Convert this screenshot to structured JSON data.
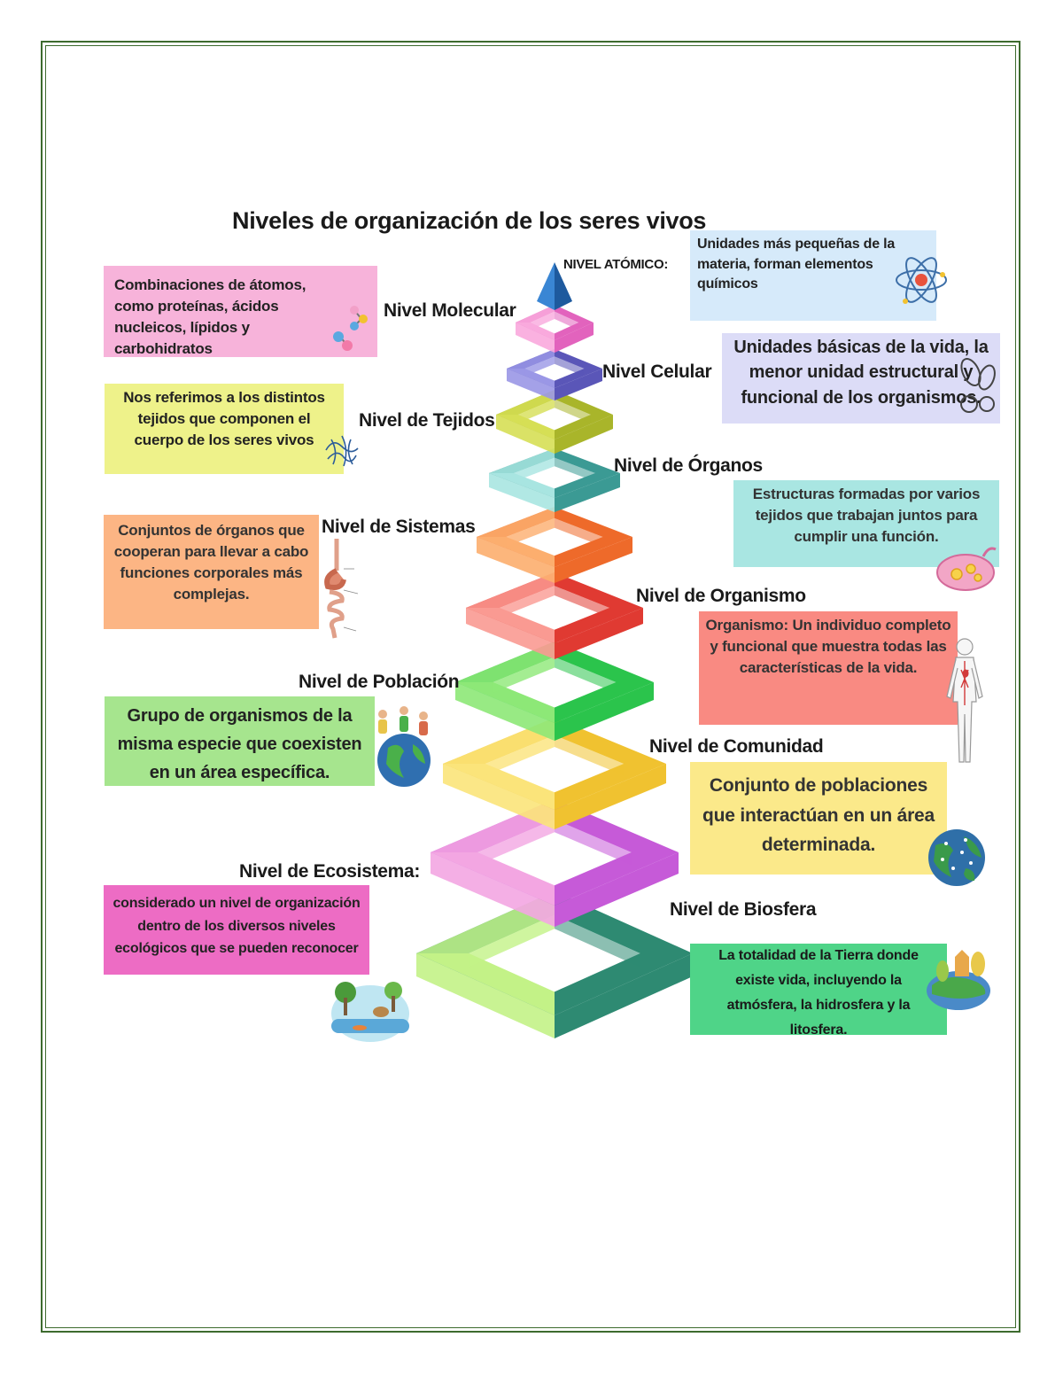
{
  "title": "Niveles de organización de los seres vivos",
  "colors": {
    "frame": "#3d6b2e",
    "atomic_box": "#d6eafa",
    "molecular_box": "#f7b3da",
    "cellular_box": "#dcdcf7",
    "tissue_box": "#eef28a",
    "organs_box": "#a9e6e2",
    "systems_box": "#fcb584",
    "organism_box": "#f98a82",
    "population_box": "#a6e58e",
    "community_box": "#fbe98a",
    "ecosystem_box": "#ed6cc4",
    "biosphere_box": "#4fd488"
  },
  "levels": {
    "atomic": {
      "label": "NIVEL ATÓMICO:",
      "text": "Unidades más pequeñas de la materia, forman elementos químicos",
      "icon": "atom-icon"
    },
    "molecular": {
      "label": "Nivel Molecular",
      "text": "Combinaciones de átomos, como proteínas, ácidos nucleicos, lípidos y carbohidratos",
      "icon": "molecule-icon"
    },
    "cellular": {
      "label": "Nivel Celular",
      "text": "Unidades básicas de la vida, la menor unidad estructural y funcional de los organismos.",
      "icon": "cells-icon"
    },
    "tissue": {
      "label": "Nivel de Tejidos",
      "text": "Nos referimos a los distintos tejidos que componen el cuerpo de los seres vivos",
      "icon": "tissue-icon"
    },
    "organs": {
      "label": "Nivel de Órganos",
      "text": "Estructuras formadas por varios tejidos que trabajan juntos para cumplir una función.",
      "icon": "organ-icon"
    },
    "systems": {
      "label": "Nivel de Sistemas",
      "text": "Conjuntos de órganos que cooperan para llevar a cabo funciones corporales más complejas.",
      "icon": "digestive-system-icon"
    },
    "organism": {
      "label": "Nivel de Organismo",
      "text": "Organismo: Un individuo completo y funcional que muestra todas las características de la vida.",
      "icon": "human-body-icon"
    },
    "population": {
      "label": "Nivel de Población",
      "text": "Grupo de organismos de la misma especie que coexisten en un área específica.",
      "icon": "people-globe-icon"
    },
    "community": {
      "label": "Nivel de Comunidad",
      "text": "Conjunto de poblaciones que interactúan en un área determinada.",
      "icon": "globe-icon"
    },
    "ecosystem": {
      "label": "Nivel de Ecosistema:",
      "text": "considerado un nivel de organización dentro de los diversos niveles ecológicos que se pueden reconocer",
      "icon": "ecosystem-icon"
    },
    "biosphere": {
      "label": "Nivel de Biosfera",
      "text": "La totalidad de la Tierra donde existe vida, incluyendo la atmósfera, la hidrosfera y la litosfera.",
      "icon": "biosphere-icon"
    }
  },
  "pyramid": {
    "apex": "#1e5a9e",
    "tiers": [
      {
        "name": "molecular",
        "light": "#f9a9dd",
        "dark": "#e263bd"
      },
      {
        "name": "cellular",
        "light": "#9a97e6",
        "dark": "#5a56b8"
      },
      {
        "name": "tissue",
        "light": "#d6df55",
        "dark": "#a9b52a"
      },
      {
        "name": "organs",
        "light": "#a8e5e1",
        "dark": "#3b9a94"
      },
      {
        "name": "systems",
        "light": "#fcae6e",
        "dark": "#ee6a2a"
      },
      {
        "name": "organism",
        "light": "#fa9a92",
        "dark": "#e03a32"
      },
      {
        "name": "population",
        "light": "#8de877",
        "dark": "#2bc44c"
      },
      {
        "name": "community",
        "light": "#fbe47a",
        "dark": "#f0c230"
      },
      {
        "name": "ecosystem",
        "light": "#f3a6e2",
        "dark": "#c65ad8"
      },
      {
        "name": "biosphere",
        "light": "#c3f287",
        "dark": "#2e8a72"
      }
    ]
  }
}
